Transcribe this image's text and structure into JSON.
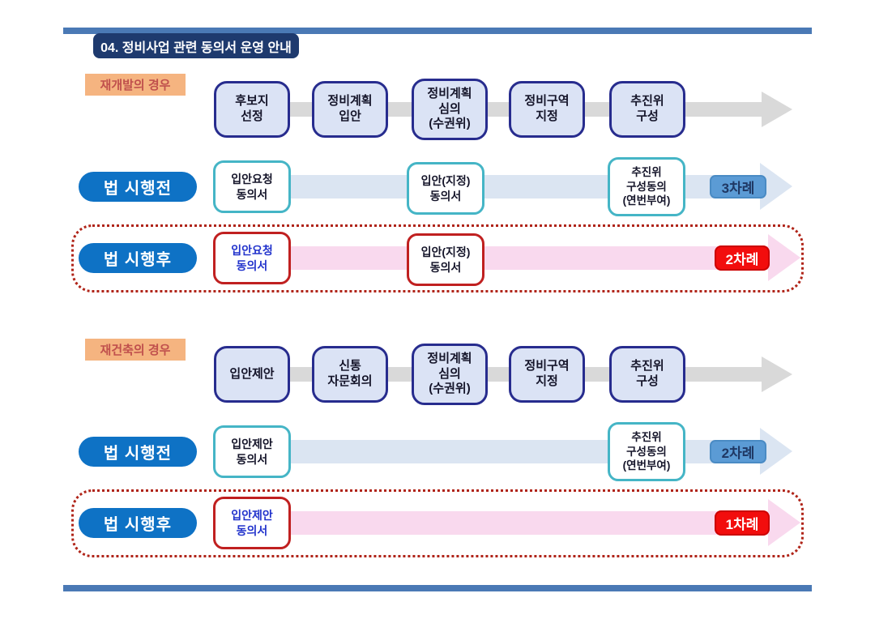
{
  "title": "04. 정비사업 관련 동의서 운영 안내",
  "colors": {
    "divider_bar": "#4a79b5",
    "title_bg": "#1e3a6e",
    "section_label_bg": "#f5b480",
    "section_label_text": "#c0504d",
    "phase_pill": "#0e72c5",
    "step_box_fill": "#dbe3f5",
    "step_box_border": "#272c8e",
    "consent_teal_border": "#45b5c6",
    "consent_red_border": "#c02020",
    "consent_blue_text": "#2233cc",
    "arrow_gray": "#d9d9d9",
    "arrow_light_blue": "#dbe5f2",
    "arrow_pink": "#f9d9ee",
    "badge_blue_bg": "#5b9bd5",
    "badge_blue_text": "#1f3864",
    "badge_red_bg": "#f20d0d",
    "dashed_frame_red": "#b02418"
  },
  "redevelopment": {
    "section_label": "재개발의 경우",
    "steps": [
      "후보지\n선정",
      "정비계획\n입안",
      "정비계획\n심의\n(수권위)",
      "정비구역\n지정",
      "추진위\n구성"
    ],
    "before": {
      "label": "법 시행전",
      "box1": "입안요청\n동의서",
      "box2": "입안(지정)\n동의서",
      "box3": "추진위\n구성동의\n(연번부여)",
      "badge": "3차례"
    },
    "after": {
      "label": "법 시행후",
      "box1": "입안요청\n동의서",
      "box2": "입안(지정)\n동의서",
      "badge": "2차례"
    }
  },
  "reconstruction": {
    "section_label": "재건축의 경우",
    "steps": [
      "입안제안",
      "신통\n자문회의",
      "정비계획\n심의\n(수권위)",
      "정비구역\n지정",
      "추진위\n구성"
    ],
    "before": {
      "label": "법 시행전",
      "box1": "입안제안\n동의서",
      "box3": "추진위\n구성동의\n(연번부여)",
      "badge": "2차례"
    },
    "after": {
      "label": "법 시행후",
      "box1": "입안제안\n동의서",
      "badge": "1차례"
    }
  }
}
